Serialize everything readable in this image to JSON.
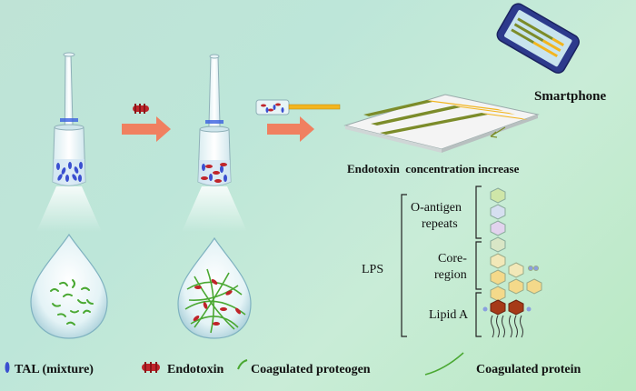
{
  "labels": {
    "smartphone": "Smartphone",
    "concentration": "Endotoxin  concentration increase",
    "lps": "LPS",
    "o_antigen_line1": "O-antigen",
    "o_antigen_line2": "repeats",
    "core_line1": "Core-",
    "core_line2": "region",
    "lipid_a": "Lipid A"
  },
  "legend": [
    {
      "label": "TAL (mixture)",
      "icon": "tal-particle-icon"
    },
    {
      "label": "Endotoxin",
      "icon": "endotoxin-icon"
    },
    {
      "label": "Coagulated proteogen",
      "icon": "proteogen-strand-icon"
    },
    {
      "label": "Coagulated protein",
      "icon": "protein-curve-icon"
    }
  ],
  "colors": {
    "arrow": "#f08060",
    "tal": "#3a4fd0",
    "endotoxin": "#c0242a",
    "fiber": "#4aa832",
    "strip_olive": "#7c8c2a",
    "strip_yellow": "#f2b51f"
  }
}
